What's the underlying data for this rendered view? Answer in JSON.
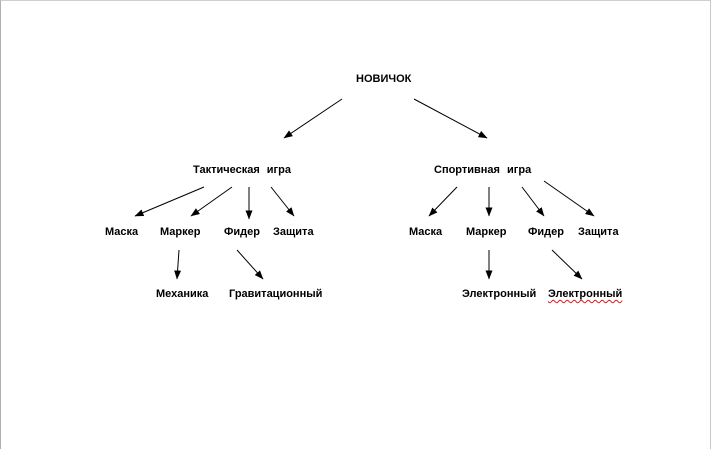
{
  "diagram": {
    "root": "НОВИЧОК",
    "branches": [
      {
        "label": "Тактическая  игра",
        "children": [
          "Маска",
          "Маркер",
          "Фидер",
          "Защита"
        ],
        "sub": {
          "marker": "Механика",
          "feeder": "Гравитационный"
        }
      },
      {
        "label": "Спортивная  игра",
        "children": [
          "Маска",
          "Маркер",
          "Фидер",
          "Защита"
        ],
        "sub": {
          "marker": "Электронный",
          "feeder": "Электронный"
        }
      }
    ]
  }
}
